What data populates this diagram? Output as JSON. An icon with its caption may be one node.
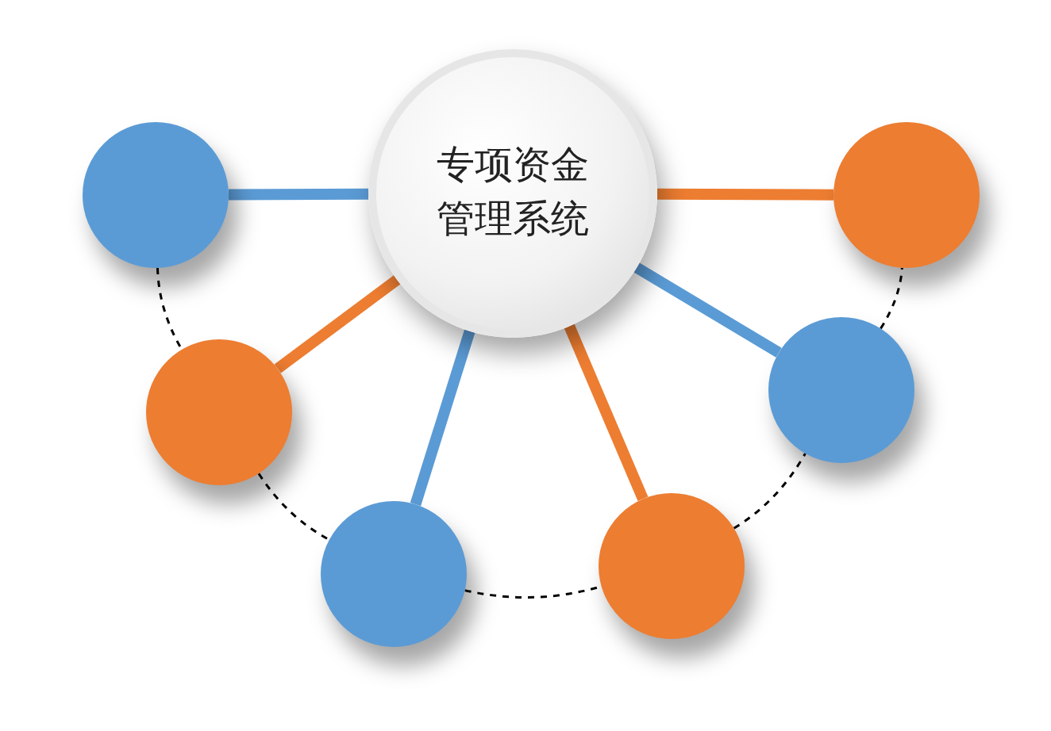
{
  "diagram": {
    "nodes": [
      {
        "text": [
          "专项资金管理系统"
        ]
      },
      {
        "text": [],
        "shape": "circle"
      },
      {
        "text": [],
        "shape": "circle"
      },
      {
        "text": [],
        "shape": "circle"
      },
      {
        "text": [],
        "shape": "circle"
      },
      {
        "text": [],
        "shape": "circle"
      },
      {
        "text": [],
        "shape": "circle"
      }
    ],
    "edges": [
      {
        "from": 0,
        "to": 1,
        "arrow": "none",
        "color": "#5b9bd5"
      },
      {
        "from": 0,
        "to": 2,
        "arrow": "none",
        "color": "#ed7d31"
      },
      {
        "from": 0,
        "to": 3,
        "arrow": "none",
        "color": "#5b9bd5"
      },
      {
        "from": 0,
        "to": 4,
        "arrow": "none",
        "color": "#ed7d31"
      },
      {
        "from": 0,
        "to": 5,
        "arrow": "none",
        "color": "#5b9bd5"
      },
      {
        "from": 0,
        "to": 6,
        "arrow": "none",
        "color": "#ed7d31"
      },
      {
        "from": 1,
        "to": 2,
        "arrow": "none",
        "style": "dashed",
        "color": "#000000"
      },
      {
        "from": 2,
        "to": 3,
        "arrow": "none",
        "style": "dashed",
        "color": "#000000"
      },
      {
        "from": 3,
        "to": 4,
        "arrow": "none",
        "style": "dashed",
        "color": "#000000"
      },
      {
        "from": 4,
        "to": 5,
        "arrow": "none",
        "style": "dashed",
        "color": "#000000"
      },
      {
        "from": 5,
        "to": 6,
        "arrow": "none",
        "style": "dashed",
        "color": "#000000"
      }
    ]
  }
}
